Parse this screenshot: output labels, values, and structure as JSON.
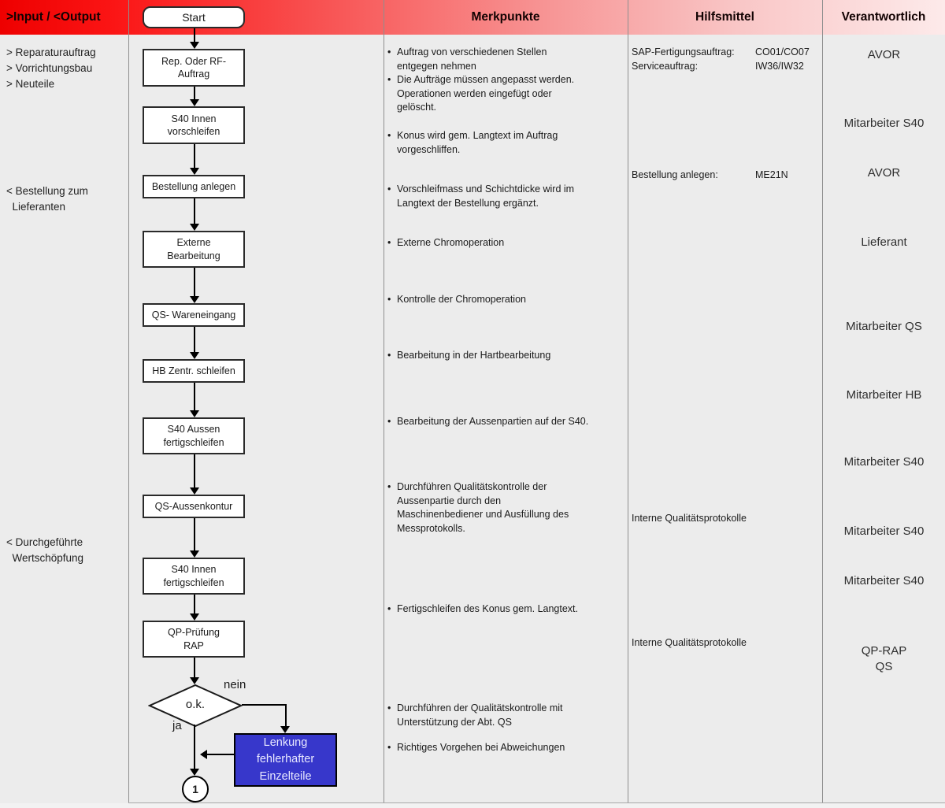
{
  "header": {
    "io": ">Input / <Output",
    "merkpunkte": "Merkpunkte",
    "hilfsmittel": "Hilfsmittel",
    "verantwortlich": "Verantwortlich"
  },
  "io_items": [
    {
      "text": "> Reparaturauftrag\n> Vorrichtungsbau\n> Neuteile"
    },
    {
      "text": "< Bestellung zum\n  Lieferanten"
    },
    {
      "text": "< Durchgeführte\n  Wertschöpfung"
    }
  ],
  "flow": {
    "start": "Start",
    "steps": [
      {
        "label": "Rep. Oder RF-\nAuftrag"
      },
      {
        "label": "S40 Innen\nvorschleifen"
      },
      {
        "label": "Bestellung anlegen"
      },
      {
        "label": "Externe\nBearbeitung"
      },
      {
        "label": "QS- Wareneingang"
      },
      {
        "label": "HB Zentr. schleifen"
      },
      {
        "label": "S40 Aussen\nfertigschleifen"
      },
      {
        "label": "QS-Aussenkontur"
      },
      {
        "label": "S40 Innen\nfertigschleifen"
      },
      {
        "label": "QP-Prüfung\nRAP"
      }
    ],
    "decision": {
      "label": "o.k.",
      "no": "nein",
      "yes": "ja"
    },
    "error_box": "Lenkung\nfehlerhafter\nEinzelteile",
    "connector": "1"
  },
  "merkpunkte": [
    {
      "text": "Auftrag von verschiedenen Stellen\nentgegen nehmen"
    },
    {
      "text": "Die Aufträge müssen angepasst werden.\nOperationen werden eingefügt oder\ngelöscht."
    },
    {
      "text": "Konus wird gem. Langtext im Auftrag\nvorgeschliffen."
    },
    {
      "text": "Vorschleifmass und Schichtdicke wird im\nLangtext der Bestellung ergänzt."
    },
    {
      "text": "Externe Chromoperation"
    },
    {
      "text": "Kontrolle der Chromoperation"
    },
    {
      "text": "Bearbeitung in der Hartbearbeitung"
    },
    {
      "text": "Bearbeitung der Aussenpartien auf der S40."
    },
    {
      "text": "Durchführen Qualitätskontrolle der\nAussenpartie durch den\nMaschinenbediener und Ausfüllung des\nMessprotokolls."
    },
    {
      "text": "Fertigschleifen des Konus gem. Langtext."
    },
    {
      "text": "Durchführen der Qualitätskontrolle mit\nUnterstützung der Abt. QS"
    },
    {
      "text": "Richtiges Vorgehen bei Abweichungen"
    }
  ],
  "hilfsmittel": [
    {
      "label": "SAP-Fertigungsauftrag:",
      "value": "CO01/CO07"
    },
    {
      "label": "Serviceauftrag:",
      "value": "IW36/IW32"
    },
    {
      "label": "Bestellung anlegen:",
      "value": "ME21N"
    },
    {
      "label": "Interne Qualitätsprotokolle",
      "value": ""
    },
    {
      "label": "Interne Qualitätsprotokolle",
      "value": ""
    }
  ],
  "verantwortlich": [
    {
      "text": "AVOR"
    },
    {
      "text": "Mitarbeiter S40"
    },
    {
      "text": "AVOR"
    },
    {
      "text": "Lieferant"
    },
    {
      "text": "Mitarbeiter QS"
    },
    {
      "text": "Mitarbeiter HB"
    },
    {
      "text": "Mitarbeiter S40"
    },
    {
      "text": "Mitarbeiter S40"
    },
    {
      "text": "Mitarbeiter S40"
    },
    {
      "text": "QP-RAP\nQS"
    }
  ],
  "colors": {
    "header_red": "#ee0000",
    "header_pink": "#fdecec",
    "error_box_blue": "#3737cb",
    "background": "#ececec"
  }
}
